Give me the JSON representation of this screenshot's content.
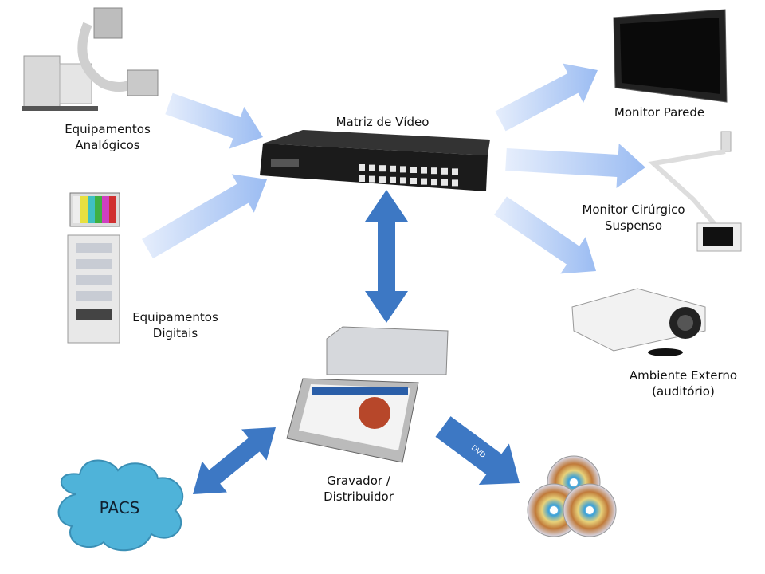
{
  "labels": {
    "analog": [
      "Equipamentos",
      "Analógicos"
    ],
    "digital": [
      "Equipamentos",
      "Digitais"
    ],
    "matrix": "Matriz de Vídeo",
    "wall_monitor": "Monitor Parede",
    "surgical_monitor": [
      "Monitor Cirúrgico",
      "Suspenso"
    ],
    "external": [
      "Ambiente Externo",
      "(auditório)"
    ],
    "recorder": [
      "Gravador /",
      "Distribuidor"
    ],
    "pacs": "PACS",
    "dvd": "DVD"
  },
  "colors": {
    "light_arrow": "#a9c6f5",
    "dark_arrow": "#3d78c4",
    "cloud": "#4fb3d9"
  }
}
